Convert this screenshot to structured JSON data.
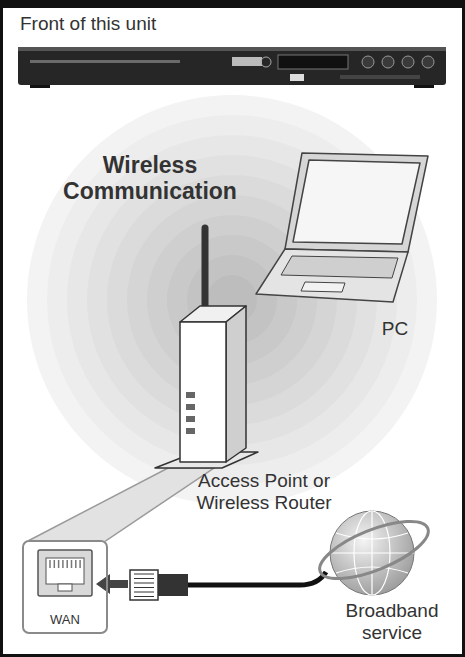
{
  "diagram": {
    "nodes": [
      {
        "text": [
          "WAN"
        ]
      }
    ],
    "labels": [
      "Front of this unit",
      "Wireless Communication",
      "PC",
      "Access Point or Wireless Router",
      "Broadband service"
    ]
  }
}
